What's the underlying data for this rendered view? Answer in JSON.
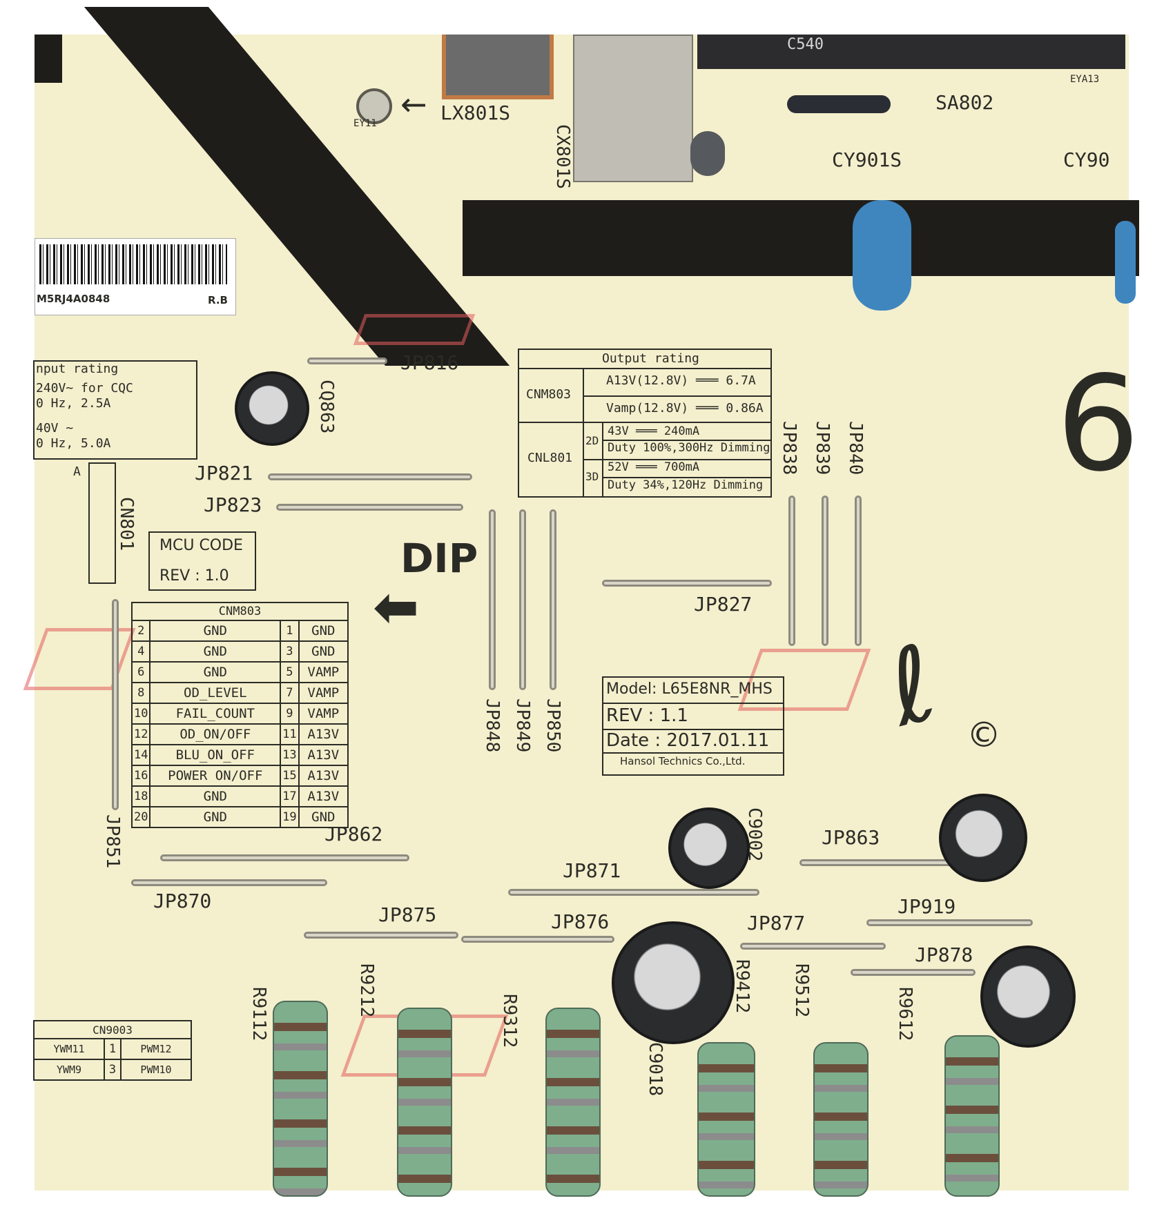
{
  "silkscreen": {
    "top": {
      "ey11": "EY11",
      "lx801s": "LX801S",
      "cx801s": "CX801S",
      "sa802": "SA802",
      "eya13": "EYA13",
      "cy901s": "CY901S",
      "cy90": "CY90",
      "c540": "C540"
    },
    "label_sticker": {
      "serial": "M5RJ4A0848",
      "rev": "R.B"
    },
    "input_rating": {
      "title": "nput rating",
      "line1": "240V~   for CQC",
      "line2": "0 Hz, 2.5A",
      "line3": "40V ~",
      "line4": "0 Hz, 5.0A"
    },
    "cq863": "CQ863",
    "jp816": "JP816",
    "jp821": "JP821",
    "jp823": "JP823",
    "cn801": "CN801",
    "cn801_a": "A",
    "mcu": {
      "title": "MCU CODE",
      "rev": "REV : 1.0"
    },
    "dip": "DIP",
    "output_rating": {
      "title": "Output rating",
      "cnm803": "CNM803",
      "a13v": "A13V(12.8V) ═══  6.7A",
      "vamp": "Vamp(12.8V) ═══  0.86A",
      "cnl801": "CNL801",
      "d2": "2D",
      "d2_line1": "43V ═══ 240mA",
      "d2_line2": "Duty 100%,300Hz Dimming",
      "d3": "3D",
      "d3_line1": "52V ═══ 700mA",
      "d3_line2": "Duty 34%,120Hz Dimming"
    },
    "jp838": "JP838",
    "jp839": "JP839",
    "jp840": "JP840",
    "jp827": "JP827",
    "jp848": "JP848",
    "jp849": "JP849",
    "jp850": "JP850",
    "cnm803_table": {
      "title": "CNM803",
      "rows": [
        [
          "2",
          "GND",
          "1",
          "GND"
        ],
        [
          "4",
          "GND",
          "3",
          "GND"
        ],
        [
          "6",
          "GND",
          "5",
          "VAMP"
        ],
        [
          "8",
          "OD_LEVEL",
          "7",
          "VAMP"
        ],
        [
          "10",
          "FAIL_COUNT",
          "9",
          "VAMP"
        ],
        [
          "12",
          "OD_ON/OFF",
          "11",
          "A13V"
        ],
        [
          "14",
          "BLU_ON_OFF",
          "13",
          "A13V"
        ],
        [
          "16",
          "POWER ON/OFF",
          "15",
          "A13V"
        ],
        [
          "18",
          "GND",
          "17",
          "A13V"
        ],
        [
          "20",
          "GND",
          "19",
          "GND"
        ]
      ]
    },
    "model_box": {
      "model": "Model: L65E8NR_MHS",
      "rev": "REV  :  1.1",
      "date": "Date : 2017.01.11",
      "maker": "Hansol Technics Co.,Ltd."
    },
    "jp851": "JP851",
    "jp862": "JP862",
    "jp870": "JP870",
    "jp871": "JP871",
    "jp863": "JP863",
    "c9002": "C9002",
    "jp875": "JP875",
    "jp876": "JP876",
    "jp877": "JP877",
    "jp919": "JP919",
    "jp878": "JP878",
    "r9112": "R9112",
    "r9212": "R9212",
    "r9312": "R9312",
    "r9412": "R9412",
    "r9512": "R9512",
    "r9612": "R9612",
    "c9018": "C9018",
    "cn9003": {
      "title": "CN9003",
      "row1": [
        "YWM11",
        "1",
        "PWM12"
      ],
      "row2": [
        "YWM9",
        "3",
        "PWM10"
      ]
    },
    "big_six": "6",
    "copyright": "©"
  },
  "colors": {
    "board": "#f4efcd",
    "trace": "#1f1d1a",
    "silk": "#2b2b26",
    "red_logo": "#e25c5c"
  }
}
